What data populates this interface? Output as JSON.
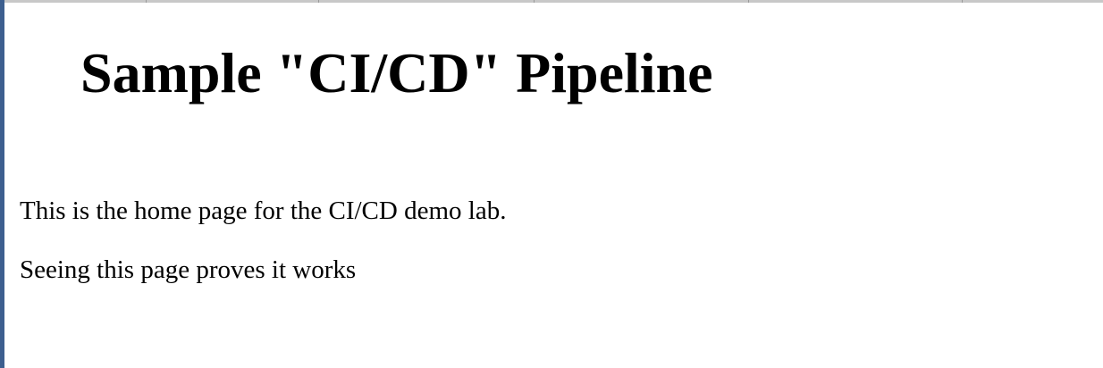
{
  "page": {
    "title": "Sample \"CI/CD\" Pipeline",
    "paragraphs": [
      "This is the home page for the CI/CD demo lab.",
      "Seeing this page proves it works"
    ]
  },
  "colors": {
    "background": "#ffffff",
    "text": "#000000",
    "left_edge": "#3d5f8f",
    "top_strip": "#c8c8c8"
  }
}
